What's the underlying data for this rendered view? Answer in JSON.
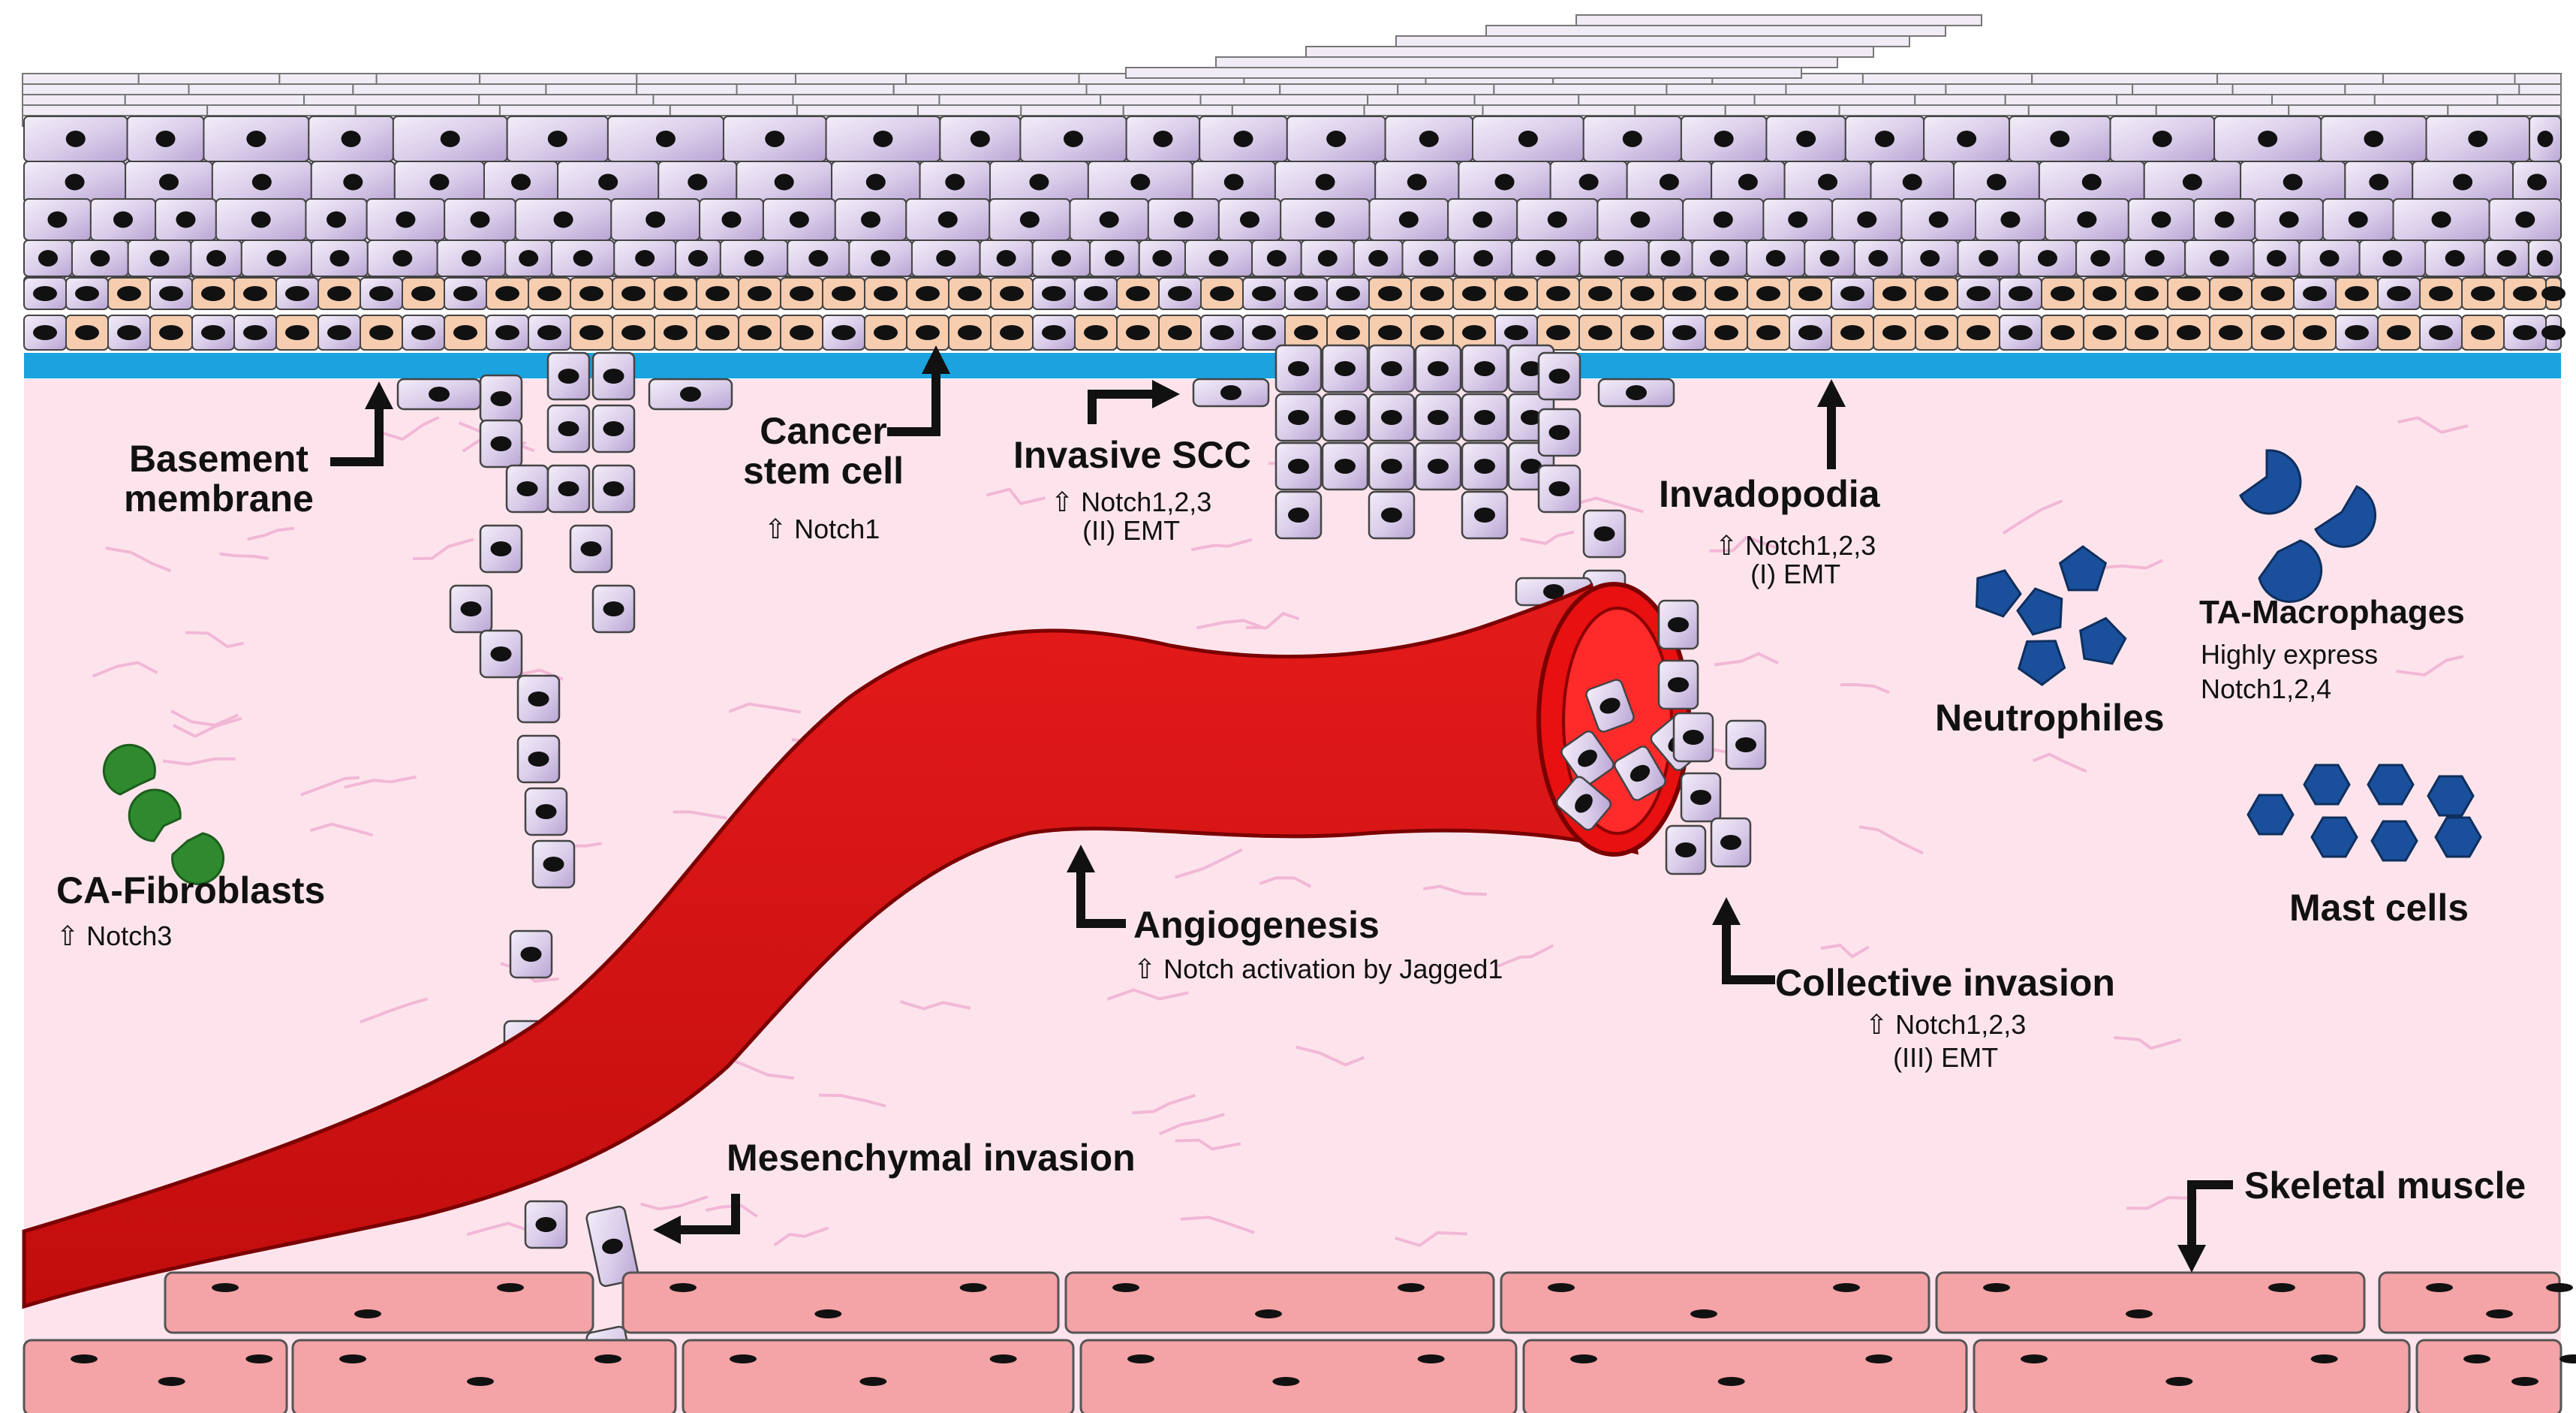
{
  "labels": {
    "basement_membrane": [
      "Basement",
      "membrane"
    ],
    "cancer_stem_cell": [
      "Cancer",
      "stem cell"
    ],
    "cancer_stem_cell_sub": "⇧ Notch1",
    "invasive_scc": "Invasive SCC",
    "invasive_scc_sub": [
      "⇧ Notch1,2,3",
      "(II) EMT"
    ],
    "invadopodia": "Invadopodia",
    "invadopodia_sub": [
      "⇧ Notch1,2,3",
      "(I) EMT"
    ],
    "neutrophiles": "Neutrophiles",
    "ta_macrophages": "TA-Macrophages",
    "ta_macrophages_sub": [
      "Highly express",
      "Notch1,2,4"
    ],
    "mast_cells": "Mast cells",
    "ca_fibroblasts": "CA-Fibroblasts",
    "ca_fibroblasts_sub": "⇧ Notch3",
    "angiogenesis": "Angiogenesis",
    "angiogenesis_sub": "⇧ Notch activation by Jagged1",
    "collective_invasion": "Collective invasion",
    "collective_invasion_sub": [
      "⇧ Notch1,2,3",
      "(III) EMT"
    ],
    "mesenchymal_invasion": "Mesenchymal invasion",
    "skeletal_muscle": "Skeletal muscle"
  },
  "colors": {
    "stroma": "#fde4ec",
    "epithelial_cell": "#dcd0ea",
    "basal_cell": "#f7cdb0",
    "basement_membrane": "#1aa3df",
    "nucleus": "#111111",
    "vessel": "#d40f0f",
    "muscle": "#f4a3a6",
    "fibroblast": "#2f8a2f",
    "immune": "#1a4f9c",
    "collagen_fiber": "#f1b3d4"
  }
}
